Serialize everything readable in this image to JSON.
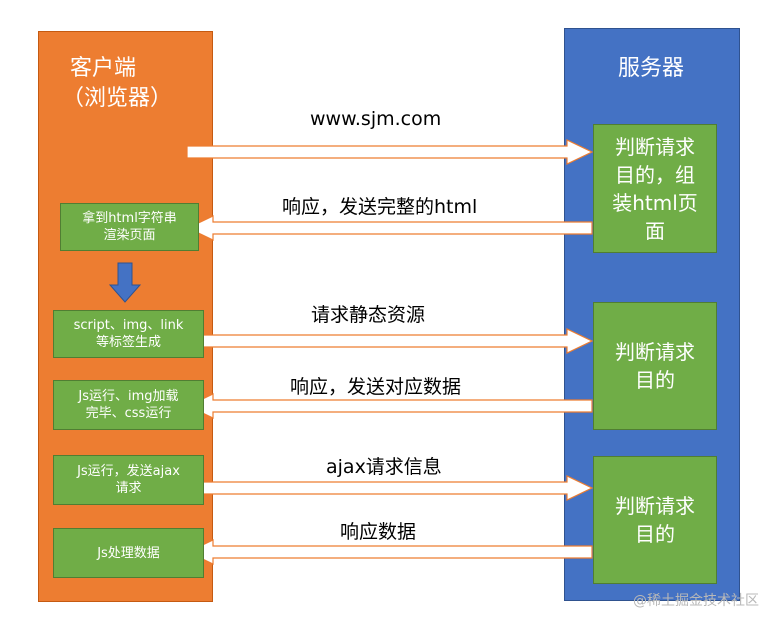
{
  "client": {
    "title_line1": "客户端",
    "title_line2": "（浏览器）",
    "steps": [
      {
        "line1": "拿到html字符串",
        "line2": "渲染页面"
      },
      {
        "line1": "script、img、link",
        "line2": "等标签生成"
      },
      {
        "line1": "Js运行、img加载",
        "line2": "完毕、css运行"
      },
      {
        "line1": "Js运行，发送ajax",
        "line2": "请求"
      },
      {
        "line1": "Js处理数据",
        "line2": ""
      }
    ]
  },
  "server": {
    "title": "服务器",
    "steps": [
      {
        "line1": "判断请求",
        "line2": "目的，组",
        "line3": "装html页",
        "line4": "面"
      },
      {
        "line1": "判断请求",
        "line2": "目的"
      },
      {
        "line1": "判断请求",
        "line2": "目的"
      }
    ]
  },
  "messages": {
    "request_1": "www.sjm.com",
    "response_1": "响应，发送完整的html",
    "request_2": "请求静态资源",
    "response_2": "响应，发送对应数据",
    "request_3": "ajax请求信息",
    "response_3": "响应数据"
  },
  "watermark": "@稀土掘金技术社区",
  "colors": {
    "client_panel": "#ed7d31",
    "server_panel": "#4472c4",
    "step_box": "#70ad47",
    "arrow_fill": "#ffffff",
    "arrow_stroke": "#ed7d31",
    "down_arrow": "#4472c4"
  }
}
